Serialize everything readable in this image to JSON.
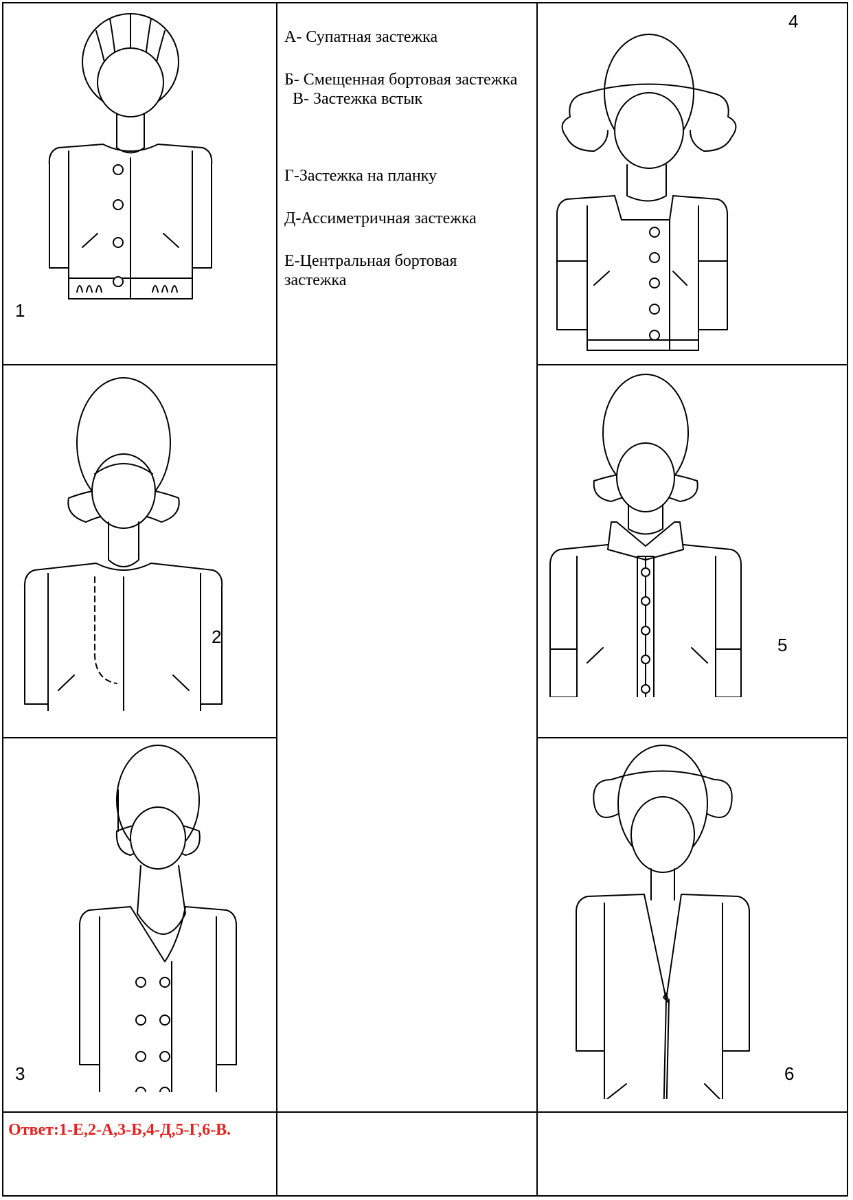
{
  "legend": {
    "a": "А- Супатная застежка",
    "b": "Б- Смещенная бортовая застежка",
    "v": "В- Застежка встык",
    "g": "Г-Застежка на планку",
    "d": "Д-Ассиметричная застежка",
    "e": "Е-Центральная бортовая застежка"
  },
  "figures": {
    "n1": "1",
    "n2": "2",
    "n3": "3",
    "n4": "4",
    "n5": "5",
    "n6": "6"
  },
  "answer": "Ответ:1-Е,2-А,3-Б,4-Д,5-Г,6-В."
}
